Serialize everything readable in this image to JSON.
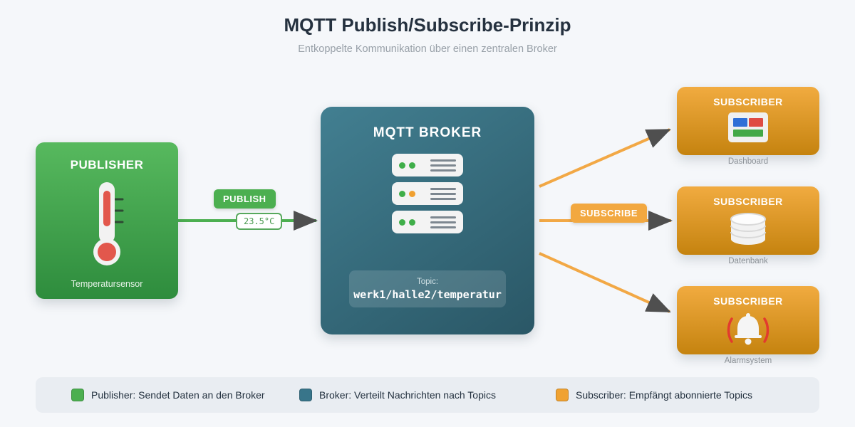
{
  "header": {
    "title": "MQTT Publish/Subscribe-Prinzip",
    "subtitle": "Entkoppelte Kommunikation über einen zentralen Broker"
  },
  "publisher": {
    "title": "PUBLISHER",
    "label": "Temperatursensor",
    "icon": "thermometer-icon"
  },
  "publish_flow": {
    "badge": "PUBLISH",
    "value": "23.5°C"
  },
  "broker": {
    "title": "MQTT BROKER",
    "icon": "server-stack-icon",
    "topic_label": "Topic:",
    "topic_value": "werk1/halle2/temperatur"
  },
  "subscribe_flow": {
    "badge": "SUBSCRIBE"
  },
  "subscribers": [
    {
      "title": "SUBSCRIBER",
      "label": "Dashboard",
      "icon": "dashboard-icon"
    },
    {
      "title": "SUBSCRIBER",
      "label": "Datenbank",
      "icon": "database-icon"
    },
    {
      "title": "SUBSCRIBER",
      "label": "Alarmsystem",
      "icon": "alarm-bell-icon"
    }
  ],
  "legend": {
    "items": [
      {
        "color": "#4caf50",
        "text": "Publisher: Sendet Daten an den Broker"
      },
      {
        "color": "#38758a",
        "text": "Broker: Verteilt Nachrichten nach Topics"
      },
      {
        "color": "#f0a232",
        "text": "Subscriber: Empfängt abonnierte Topics"
      }
    ]
  },
  "colors": {
    "publisher_green": "#3d9a4a",
    "broker_teal": "#35707f",
    "subscriber_orange": "#dd9626",
    "arrow_head_gray": "#4f4f4f",
    "background": "#f5f7fa"
  }
}
